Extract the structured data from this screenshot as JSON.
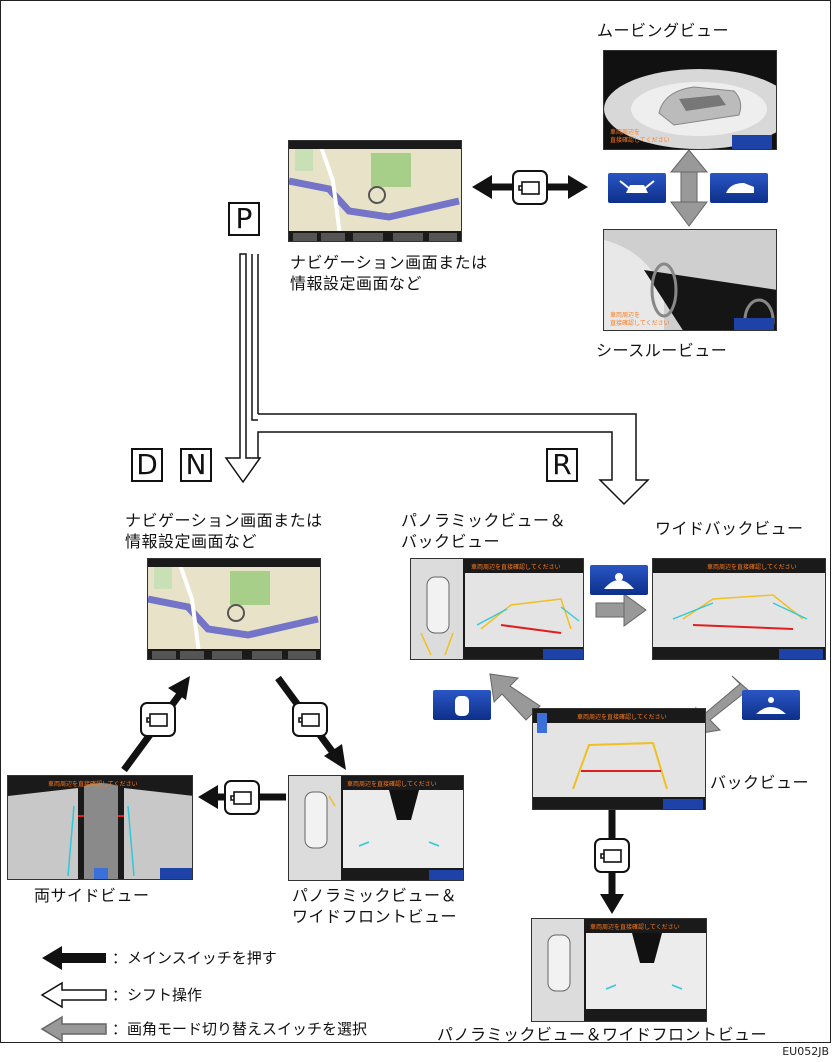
{
  "labels": {
    "moving_view": "ムービングビュー",
    "seethrough_view": "シースルービュー",
    "nav_screen_top_line1": "ナビゲーション画面または",
    "nav_screen_top_line2": "情報設定画面など",
    "nav_screen_mid_line1": "ナビゲーション画面または",
    "nav_screen_mid_line2": "情報設定画面など",
    "pano_back_line1": "パノラミックビュー＆",
    "pano_back_line2": "バックビュー",
    "wide_back_view": "ワイドバックビュー",
    "back_view": "バックビュー",
    "both_side_view": "両サイドビュー",
    "pano_wide_front_line1": "パノラミックビュー＆",
    "pano_wide_front_line2": "ワイドフロントビュー",
    "pano_wide_front_bottom": "パノラミックビュー＆ワイドフロントビュー",
    "figure_code": "EU052JB"
  },
  "shift_positions": {
    "p": "P",
    "d": "D",
    "n": "N",
    "r": "R"
  },
  "screen_messages": {
    "moving_line1": "車両周辺を",
    "moving_line2": "直接確認してください",
    "seethrough_line1": "車両周辺を",
    "seethrough_line2": "直接確認してください",
    "check_surroundings": "車両周辺を直接確認してください"
  },
  "legend": [
    {
      "icon": "black-arrow-icon",
      "text": "：メインスイッチを押す"
    },
    {
      "icon": "white-arrow-icon",
      "text": "：シフト操作"
    },
    {
      "icon": "gray-arrow-icon",
      "text": "：画角モード切り替えスイッチを選択"
    }
  ],
  "colors": {
    "main_switch_arrow": "#111111",
    "shift_arrow_outline": "#111111",
    "view_switch_arrow": "#888888",
    "switch_button": "#1d43a8",
    "screen_warning_text": "#ff7a1a",
    "guide_red": "#e02020",
    "guide_yellow": "#f0c020",
    "guide_cyan": "#30c8d8"
  }
}
